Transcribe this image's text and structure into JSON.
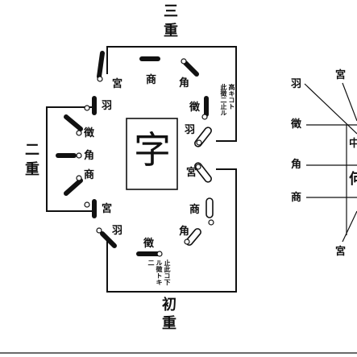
{
  "diagram": {
    "tiers": {
      "third": [
        "三",
        "重"
      ],
      "second": [
        "二",
        "重"
      ],
      "first": [
        "初",
        "重"
      ]
    },
    "center": "字",
    "ring_labels": {
      "top_shang": "商",
      "top_jiao": "角",
      "top_gong": "宮",
      "upper_zhi": "徵",
      "upper_yu": "羽",
      "left_yu": "羽",
      "left_zhi": "徵",
      "left_jiao": "角",
      "left_shang": "商",
      "left_gong": "宮",
      "lower_gong": "宮",
      "lower_shang": "商",
      "lower_jiao": "角",
      "bottom_zhi": "徵",
      "bottom_yu": "羽"
    },
    "notes": {
      "upper_right": [
        "高キコト",
        "此徵二止ル"
      ],
      "bottom": [
        "止此コ下",
        "ル徵トキ",
        "二"
      ]
    },
    "right_figure": {
      "labels": {
        "top": "宮",
        "yu": "羽",
        "zhi": "徵",
        "jiao": "角",
        "shang": "商",
        "bottom": "宮"
      },
      "chars": [
        "中",
        "何"
      ]
    }
  }
}
